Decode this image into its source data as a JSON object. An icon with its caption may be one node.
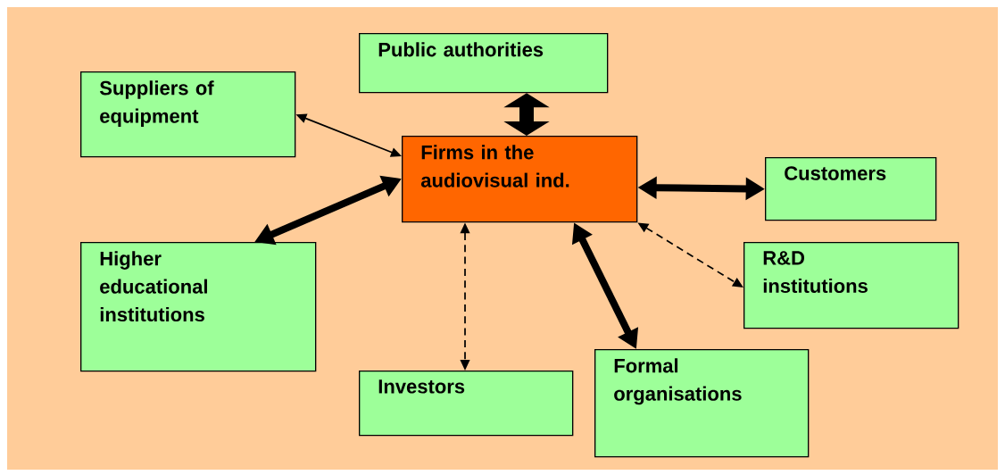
{
  "diagram": {
    "nodes": [
      {
        "text": [
          "Public authorities"
        ]
      },
      {
        "text": [
          "Suppliers of equipment"
        ]
      },
      {
        "text": [
          "Firms in the audiovisual ind."
        ]
      },
      {
        "text": [
          "Customers"
        ]
      },
      {
        "text": [
          "Higher educational institutions"
        ]
      },
      {
        "text": [
          "R&D institutions"
        ]
      },
      {
        "text": [
          "Investors"
        ]
      },
      {
        "text": [
          "Formal organisations"
        ]
      }
    ],
    "edges": [
      {
        "from": 1,
        "to": 2,
        "arrow": "both"
      },
      {
        "from": 0,
        "to": 2,
        "arrow": "both",
        "style": "thick"
      },
      {
        "from": 2,
        "to": 3,
        "arrow": "both"
      },
      {
        "from": 2,
        "to": 4,
        "arrow": "both"
      },
      {
        "from": 2,
        "to": 6,
        "arrow": "both",
        "style": "dashed"
      },
      {
        "from": 2,
        "to": 7,
        "arrow": "both"
      },
      {
        "from": 2,
        "to": 5,
        "arrow": "both",
        "style": "dashed"
      }
    ]
  }
}
